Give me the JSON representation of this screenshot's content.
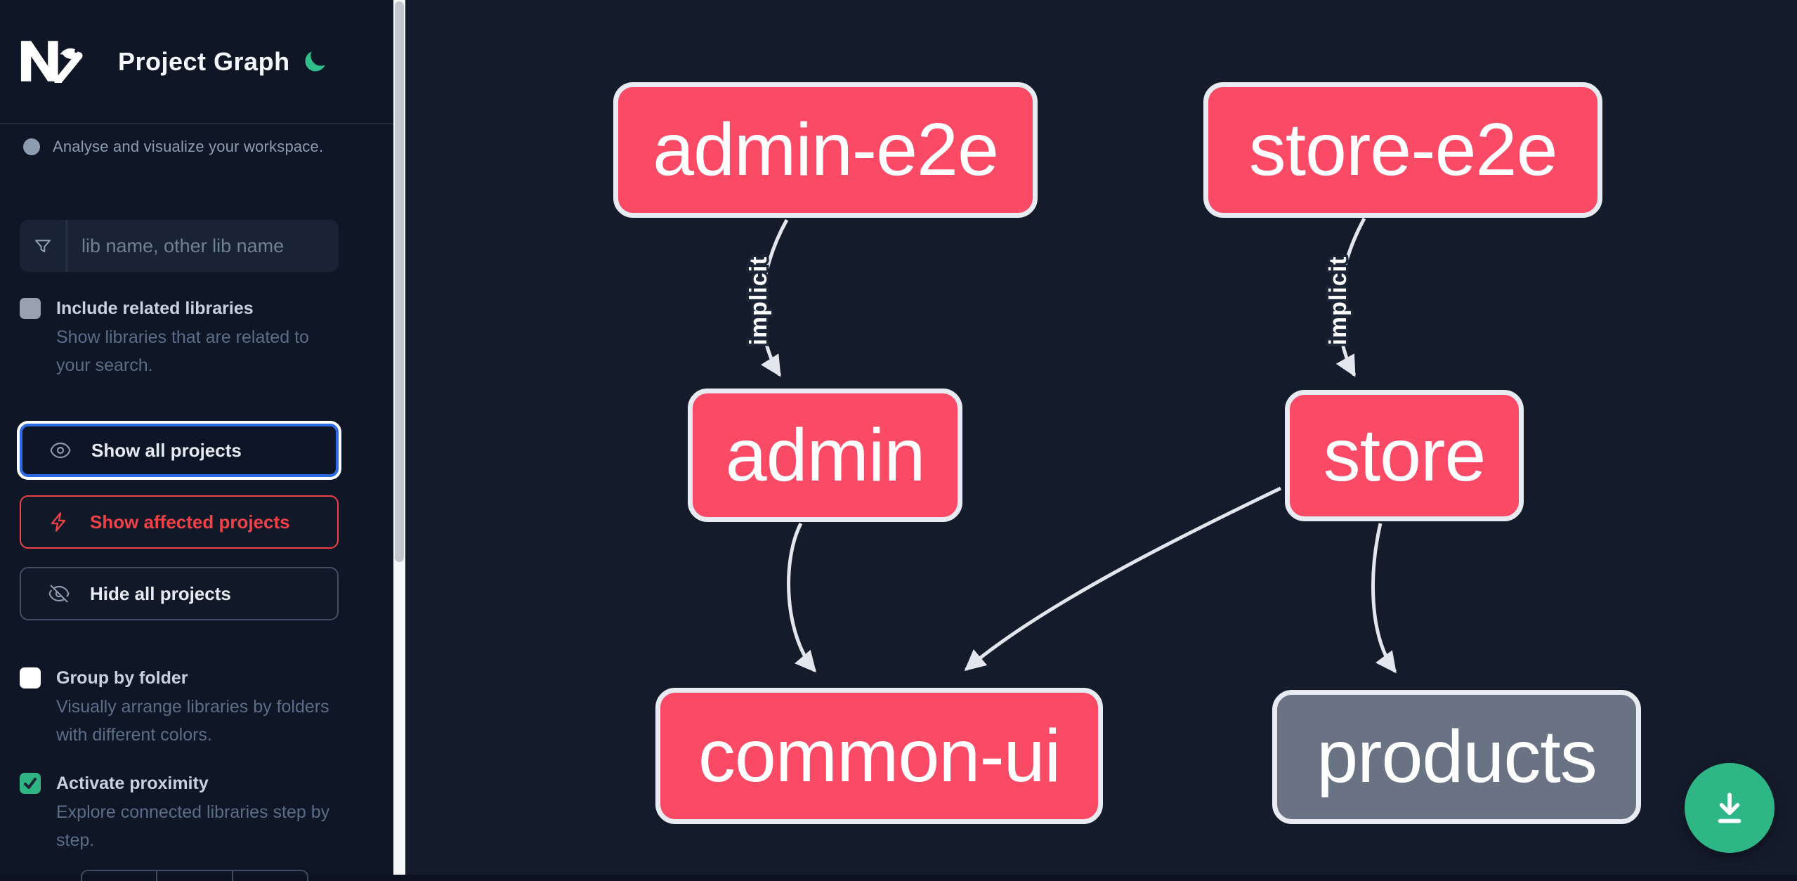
{
  "app": {
    "title": "Project Graph"
  },
  "sidebar": {
    "tagline": "Analyse and visualize your workspace.",
    "search": {
      "placeholder": "lib name, other lib name",
      "value": ""
    },
    "filters": [
      {
        "label": "Include related libraries",
        "description": "Show libraries that are related to your search.",
        "checked": false
      }
    ],
    "actions": [
      {
        "label": "Show all projects",
        "focused": true
      },
      {
        "label": "Show affected projects",
        "variant": "danger"
      },
      {
        "label": "Hide all projects"
      }
    ],
    "display_options": [
      {
        "label": "Group by folder",
        "description": "Visually arrange libraries by folders with different colors.",
        "checked": false
      },
      {
        "label": "Activate proximity",
        "description": "Explore connected libraries step by step.",
        "checked": true
      }
    ]
  },
  "graph": {
    "nodes": [
      {
        "id": "admin-e2e",
        "label": "admin-e2e",
        "color": "pink"
      },
      {
        "id": "store-e2e",
        "label": "store-e2e",
        "color": "pink"
      },
      {
        "id": "admin",
        "label": "admin",
        "color": "pink"
      },
      {
        "id": "store",
        "label": "store",
        "color": "pink"
      },
      {
        "id": "common-ui",
        "label": "common-ui",
        "color": "pink"
      },
      {
        "id": "products",
        "label": "products",
        "color": "gray"
      }
    ],
    "edges": [
      {
        "from": "admin-e2e",
        "to": "admin",
        "label": "implicit"
      },
      {
        "from": "store-e2e",
        "to": "store",
        "label": "implicit"
      },
      {
        "from": "admin",
        "to": "common-ui",
        "label": ""
      },
      {
        "from": "store",
        "to": "common-ui",
        "label": ""
      },
      {
        "from": "store",
        "to": "products",
        "label": ""
      }
    ]
  },
  "colors": {
    "node_pink": "#fb4a66",
    "node_gray": "#6a7384",
    "accent_green": "#2fb687",
    "focus_blue": "#2e6be6",
    "danger_red": "#ef4146",
    "sidebar_bg": "#0f1626",
    "canvas_bg": "#141b2b",
    "edge": "#e3e6ec"
  }
}
